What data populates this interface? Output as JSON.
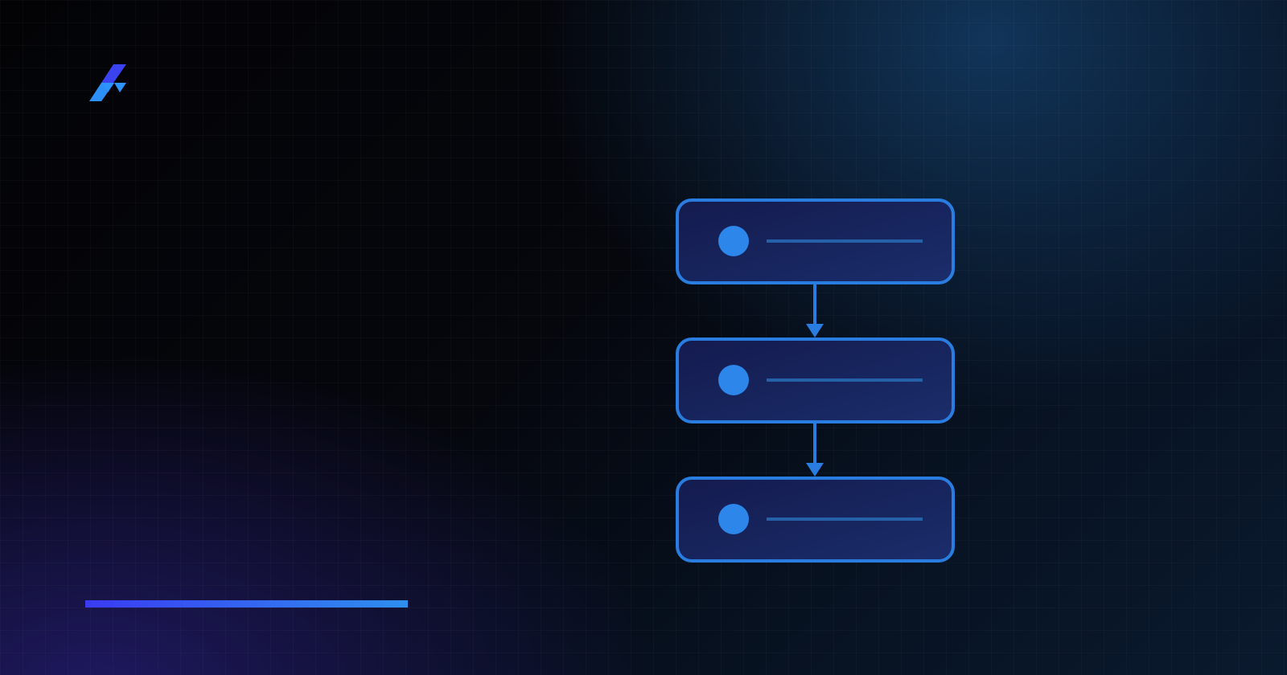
{
  "brand": {
    "logo_icon": "lightning-chevron-logo",
    "colors": {
      "logo_dark": "#3b42f0",
      "logo_light": "#2d93ff"
    }
  },
  "diagram": {
    "type": "vertical-flow",
    "node_count": 3,
    "nodes": [
      {
        "icon": "dot-icon",
        "label": ""
      },
      {
        "icon": "dot-icon",
        "label": ""
      },
      {
        "icon": "dot-icon",
        "label": ""
      }
    ],
    "connectors": [
      {
        "from": 0,
        "to": 1,
        "style": "arrow"
      },
      {
        "from": 1,
        "to": 2,
        "style": "arrow"
      }
    ],
    "colors": {
      "border": "#2a7de0",
      "dot": "#2d86ea",
      "line": "#2461a8",
      "box_fill_top": "#1a2b6a",
      "box_fill_bottom": "#131b4d"
    }
  },
  "accent_bar": {
    "colors": {
      "start": "#3a3bf2",
      "end": "#2e8ff0"
    }
  }
}
